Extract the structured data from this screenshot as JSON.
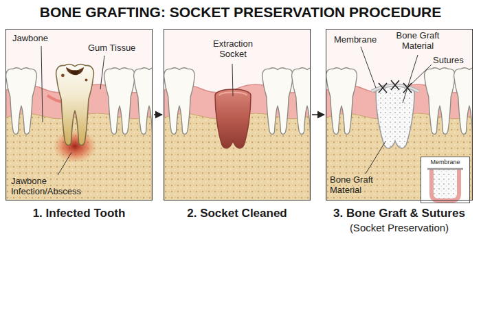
{
  "diagram": {
    "title": "BONE GRAFTING: SOCKET PRESERVATION PROCEDURE",
    "nodes": [
      {
        "text": [
          "1. Infected Tooth"
        ]
      },
      {
        "text": [
          "2. Socket Cleaned"
        ]
      },
      {
        "text": [
          "3. Bone Graft & Sutures",
          "(Socket Preservation)"
        ]
      },
      {
        "text": [
          "Membrane"
        ],
        "in": 2
      }
    ],
    "edges": [
      {
        "from": 0,
        "to": 1,
        "arrow": "to"
      },
      {
        "from": 1,
        "to": 2,
        "arrow": "to"
      }
    ],
    "labels": [
      "Jawbone",
      "Gum Tissue",
      "Jawbone Infection/Abscess",
      "Extraction Socket",
      "Membrane",
      "Bone Graft Material",
      "Sutures",
      "Bone Graft Material"
    ]
  }
}
